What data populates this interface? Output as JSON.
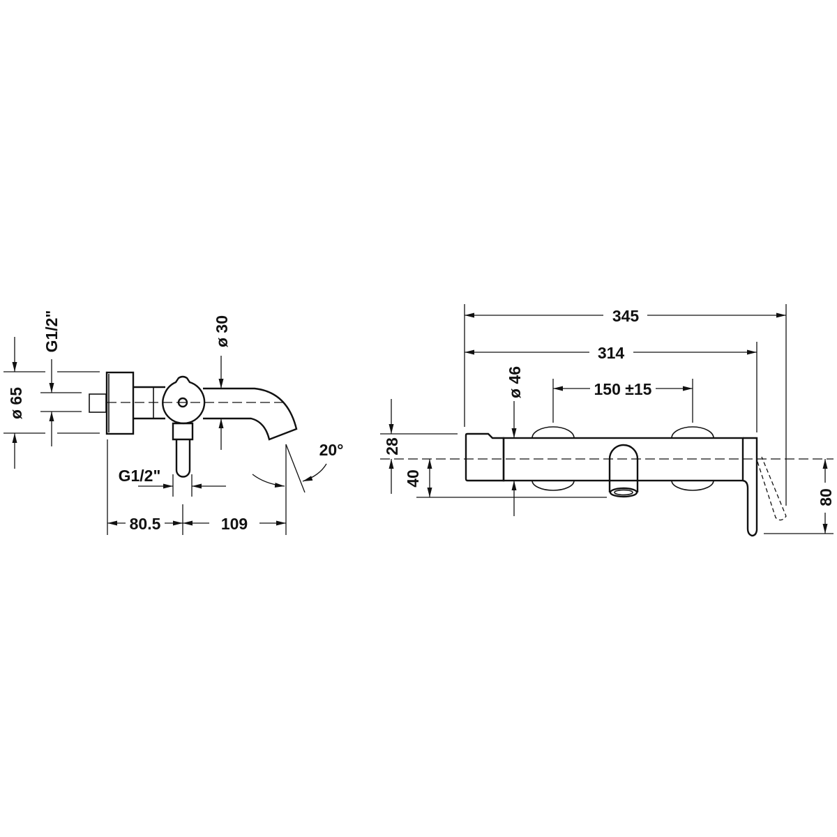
{
  "side_view": {
    "dim_diameter_flange": "ø 65",
    "dim_thread_wall": "G1/2\"",
    "dim_diameter_spout": "ø 30",
    "dim_thread_outlet": "G1/2\"",
    "dim_depth_body": "80.5",
    "dim_depth_spout": "109",
    "dim_spout_angle": "20°"
  },
  "front_view": {
    "dim_overall_width": "345",
    "dim_body_width": "314",
    "dim_connection_spacing": "150 ±15",
    "dim_diameter_body": "ø 46",
    "dim_top_offset": "28",
    "dim_spout_drop": "40",
    "dim_handle_drop": "80"
  }
}
